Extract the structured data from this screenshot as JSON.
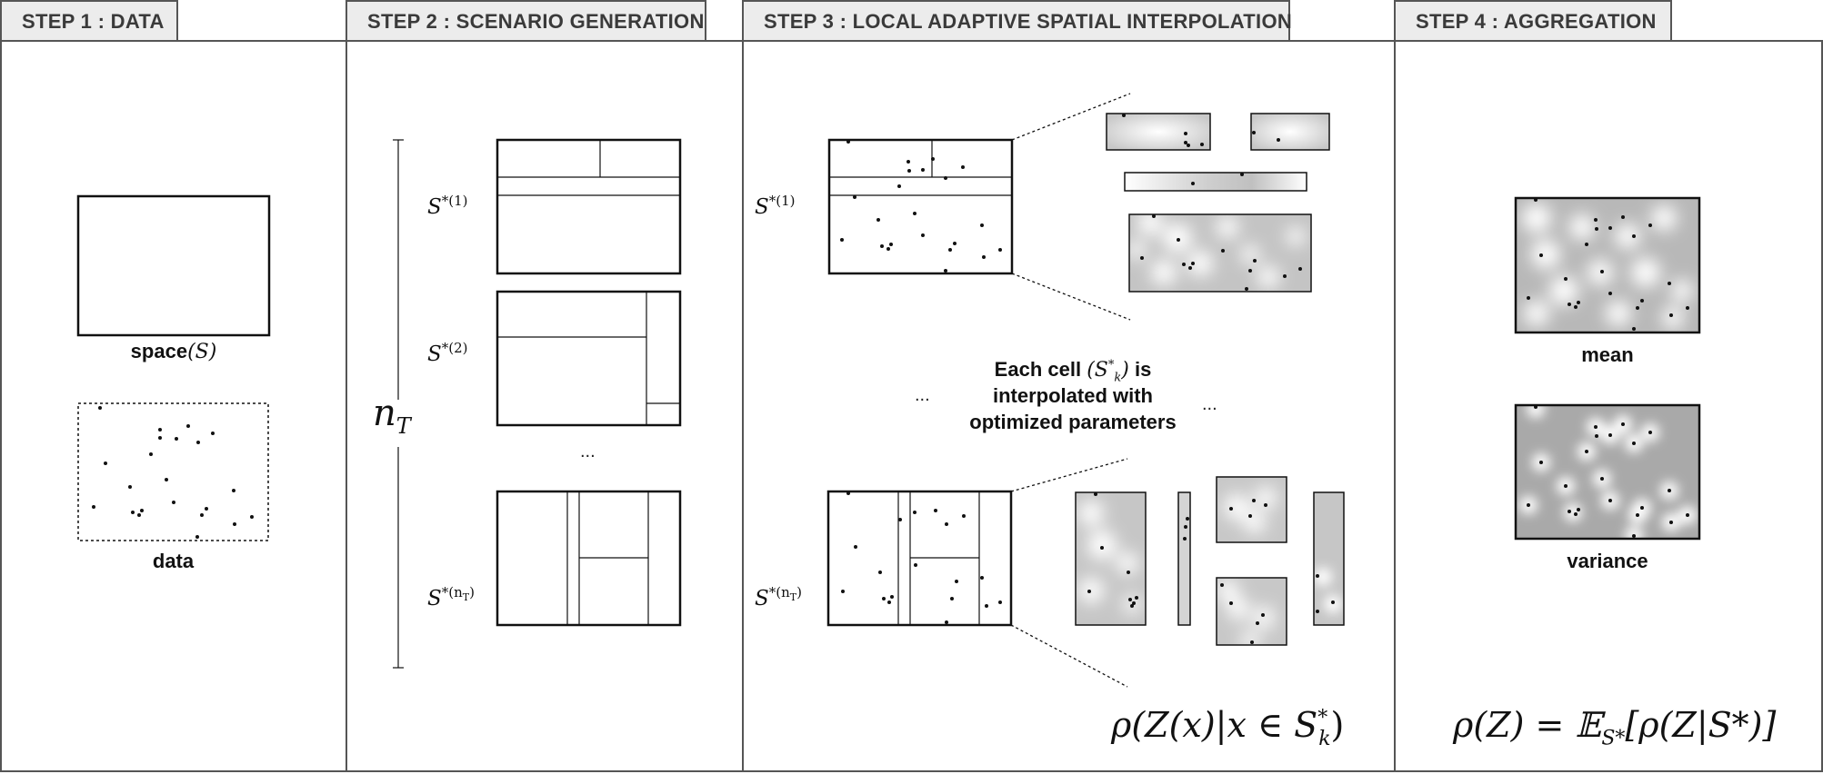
{
  "steps": [
    {
      "label": "STEP 1 : DATA"
    },
    {
      "label": "STEP 2 : SCENARIO GENERATION"
    },
    {
      "label": "STEP 3 : LOCAL ADAPTIVE SPATIAL INTERPOLATION"
    },
    {
      "label": "STEP 4 : AGGREGATION"
    }
  ],
  "step1": {
    "space_label": "space",
    "space_symbol": "(S)",
    "data_label": "data"
  },
  "step2": {
    "nT_label": "n",
    "nT_sub": "T",
    "scenario_labels": [
      "S",
      "S",
      "S"
    ],
    "scenario_sups": [
      "*(1)",
      "*(2)",
      "*(n"
    ],
    "last_sup_sub": "T",
    "ellipsis": "..."
  },
  "step3": {
    "scenario_labels": [
      "S",
      "S"
    ],
    "scenario_sups": [
      "*(1)",
      "*(n"
    ],
    "last_sup_sub": "T",
    "caption_line1_pre": "Each cell",
    "caption_cell_symbol": "(S",
    "caption_line1_post": "is",
    "caption_line2": "interpolated with",
    "caption_line3": "optimized parameters",
    "ellipsis_left": "...",
    "ellipsis_right": "...",
    "formula": "ρ(Z(x)|x ∈ S",
    "formula_sub": "k",
    "formula_sup": "*",
    "formula_end": ")"
  },
  "step4": {
    "mean_label": "mean",
    "variance_label": "variance",
    "formula_lhs": "ρ(Z) = 𝔼",
    "formula_sub": "S*",
    "formula_rhs": "[ρ(Z|S*)]"
  },
  "colors": {
    "tab_bg": "#ececec",
    "border": "#555555",
    "shade": "#bdbdbd",
    "variance_bg": "#a9a9a9"
  }
}
